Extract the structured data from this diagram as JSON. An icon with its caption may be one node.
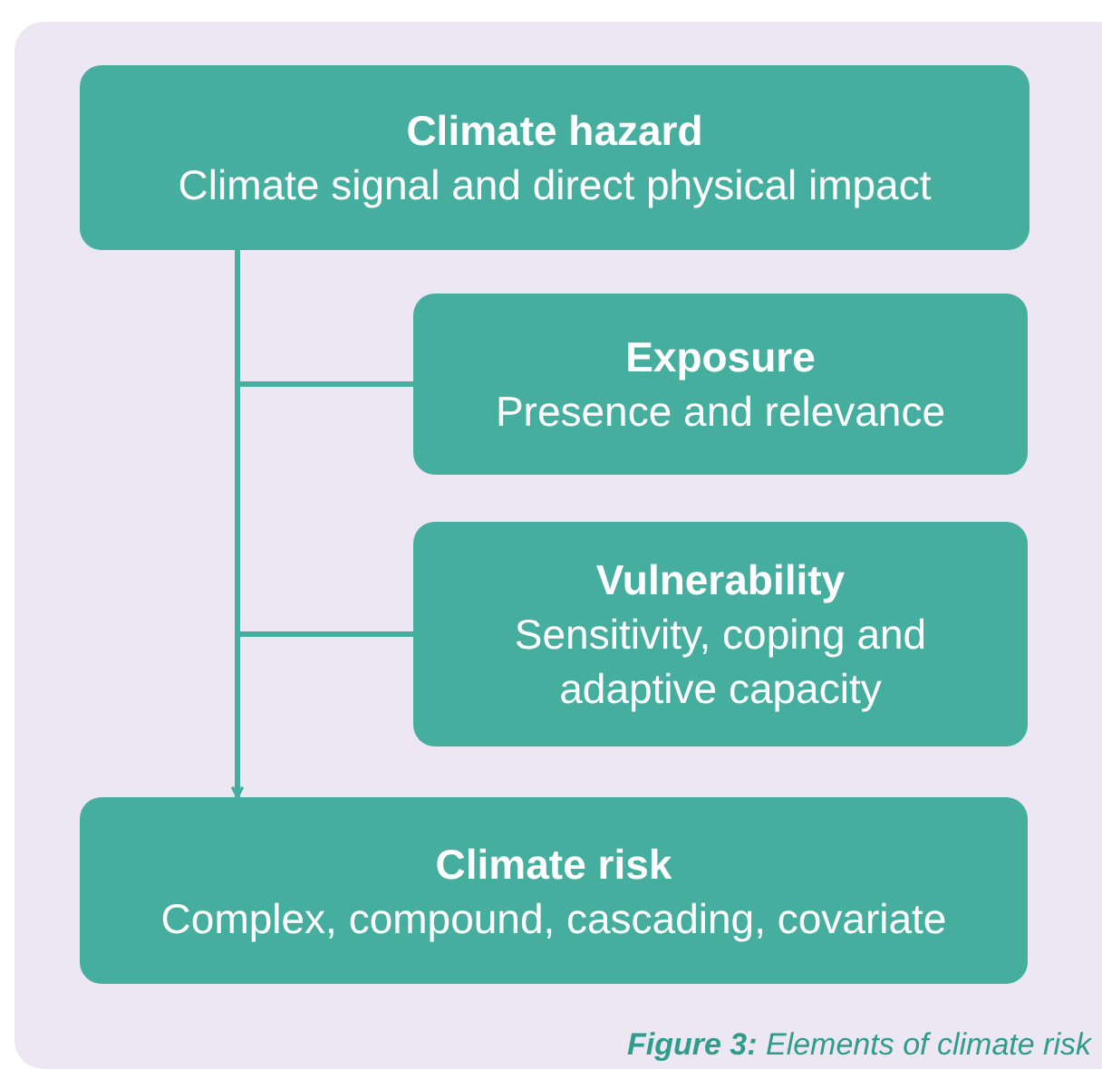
{
  "diagram": {
    "caption": "**Figure 3:** Elements of climate risk",
    "nodes": [
      {
        "text": [
          "Climate hazard",
          "Climate signal and direct physical impact"
        ]
      },
      {
        "text": [
          "Exposure",
          "Presence and relevance"
        ]
      },
      {
        "text": [
          "Vulnerability",
          "Sensitivity, coping and adaptive capacity"
        ]
      },
      {
        "text": [
          "Climate risk",
          "Complex, compound, cascading, covariate"
        ]
      }
    ],
    "edges": [
      {
        "from": 0,
        "to": 3,
        "arrow": "to"
      },
      {
        "from": 1,
        "to": 3,
        "arrow": "to"
      },
      {
        "from": 2,
        "to": 3,
        "arrow": "to"
      }
    ]
  }
}
